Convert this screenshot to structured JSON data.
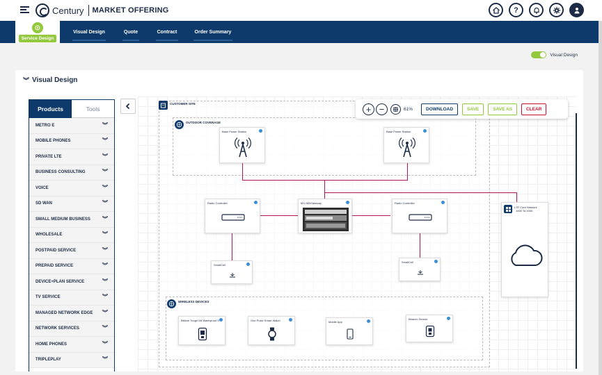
{
  "header": {
    "logo_text": "Century",
    "app_title": "MARKET OFFERING",
    "icons": [
      "home-icon",
      "help-icon",
      "bell-icon",
      "gear-icon",
      "user-icon"
    ]
  },
  "nav": {
    "tabs": [
      {
        "label": "Service Design",
        "active": true
      },
      {
        "label": "Visual Design",
        "active": false
      },
      {
        "label": "Quote",
        "active": false
      },
      {
        "label": "Contract",
        "active": false
      },
      {
        "label": "Order Summary",
        "active": false
      }
    ]
  },
  "toggle": {
    "label": "Visual Design",
    "on": true
  },
  "card": {
    "title": "Visual Design"
  },
  "panel": {
    "tabs": {
      "products": "Products",
      "tools": "Tools"
    },
    "items": [
      "METRO E",
      "MOBILE PHONES",
      "PRIVATE LTE",
      "BUSINESS CONSULTING",
      "VOICE",
      "SD WAN",
      "SMALL MEDIUM BUSINESS",
      "WHOLESALE",
      "POSTPAID SERVICE",
      "PREPAID SERVICE",
      "DEVICE+PLAN SERVICE",
      "TV SERVICE",
      "MANAGED NETWORK EDGE",
      "NETWORK SERVICES",
      "HOME PHONES",
      "TRIPLEPLAY"
    ]
  },
  "toolbar": {
    "zoom": "61%",
    "download": "DOWNLOAD",
    "save": "SAVE",
    "save_as": "SAVE AS",
    "clear": "CLEAR"
  },
  "diagram": {
    "customer_site": "CUSTOMER SITE",
    "outdoor_coverage": "OUTDOOR COVERAGE",
    "wireless_devices": "WIRELESS DEVICES",
    "nodes": {
      "bps1": "Base Power Station",
      "bps2": "Base Power Station",
      "rc1": "Radio Controller",
      "gw": "MX-960Gateway",
      "rc2": "Radio Controller",
      "sc1": "SmallCell",
      "sc2": "SmallCell",
      "lte_line1": "LTE Core Network",
      "lte_line2": "1000 To 2000",
      "dev1": "Bittium Tough Mil Waterproof S",
      "dev2": "One Pulse Smart Watch",
      "dev3": "Mobile App",
      "dev4": "Beacon Sensor"
    }
  },
  "colors": {
    "navy": "#0d3a6a",
    "green": "#94c83d",
    "red": "#c8102e",
    "wire": "#b0165e"
  }
}
